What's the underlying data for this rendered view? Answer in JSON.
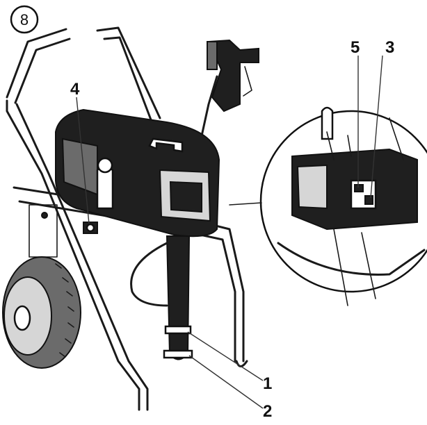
{
  "figure": {
    "step_number": "8",
    "callouts": {
      "c1": "1",
      "c2": "2",
      "c3": "3",
      "c4": "4",
      "c5": "5"
    }
  },
  "colors": {
    "ink": "#1a1a1a",
    "motor_body": "#1f1f1f",
    "background": "#ffffff"
  }
}
